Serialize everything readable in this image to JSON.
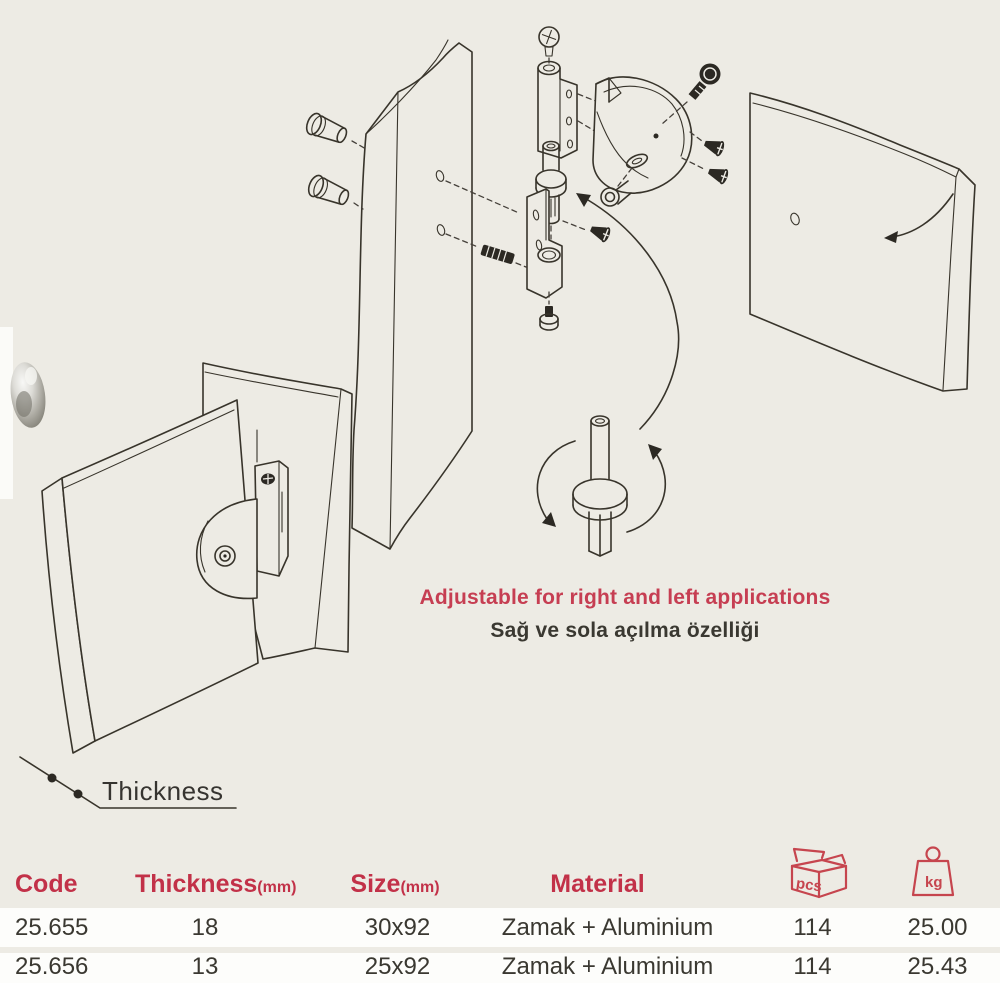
{
  "colors": {
    "background": "#edebe4",
    "accent_red": "#c63e52",
    "ink": "#38342b",
    "row_white": "#fdfdfb"
  },
  "captions": {
    "adjustable_en": "Adjustable for right and left applications",
    "adjustable_tr": "Sağ ve sola açılma özelliği",
    "thickness": "Thickness"
  },
  "icons": {
    "box_icon_label": "pcs",
    "weight_icon_label": "kg"
  },
  "table": {
    "col_code": "Code",
    "col_thickness": "Thickness",
    "col_thickness_unit": "(mm)",
    "col_size": "Size",
    "col_size_unit": "(mm)",
    "col_material": "Material",
    "rows": [
      {
        "code": "25.655",
        "thickness": "18",
        "size": "30x92",
        "material": "Zamak + Aluminium",
        "pcs": "114",
        "kg": "25.00"
      },
      {
        "code": "25.656",
        "thickness": "13",
        "size": "25x92",
        "material": "Zamak + Aluminium",
        "pcs": "114",
        "kg": "25.43"
      }
    ]
  }
}
